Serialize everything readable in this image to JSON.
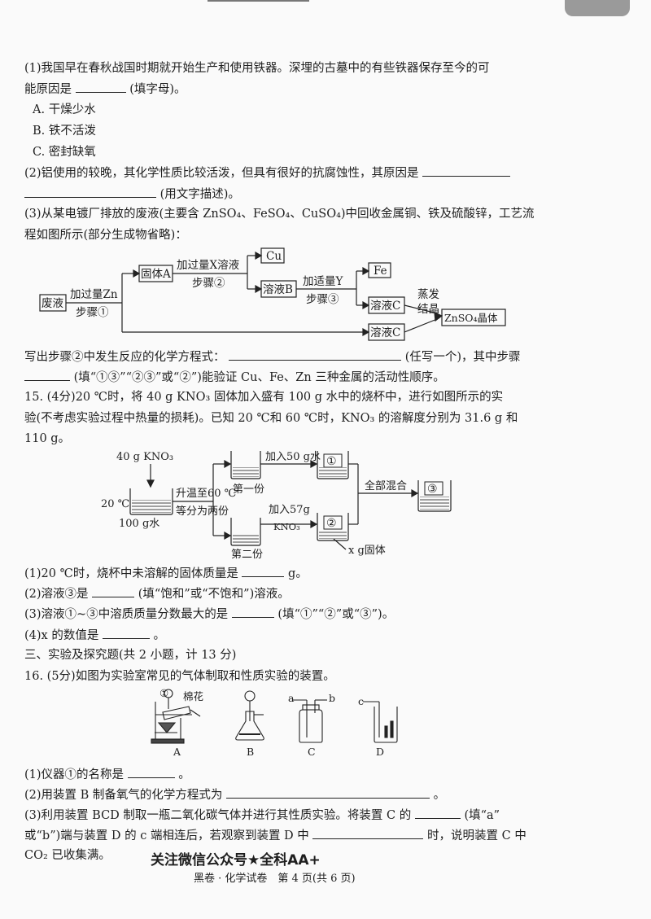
{
  "header": {
    "corner_tab": ""
  },
  "q14": {
    "p1_line1": "(1)我国早在春秋战国时期就开始生产和使用铁器。深埋的古墓中的有些铁器保存至今的可",
    "p1_line2a": "能原因是",
    "p1_line2b": "(填字母)。",
    "optA": "A. 干燥少水",
    "optB": "B. 铁不活泼",
    "optC": "C. 密封缺氧",
    "p2_line1": "(2)铝使用的较晚，其化学性质比较活泼，但具有很好的抗腐蚀性，其原因是",
    "p2_line2": "(用文字描述)。",
    "p3_line1": "(3)从某电镀厂排放的废液(主要含 ZnSO₄、FeSO₄、CuSO₄)中回收金属铜、铁及硫酸锌，工艺流",
    "p3_line2": "程如图所示(部分生成物省略)：",
    "flow": {
      "waste": "废液",
      "add_zn": "加过量Zn",
      "step1": "步骤①",
      "solid_a": "固体A",
      "add_x": "加过量X溶液",
      "step2": "步骤②",
      "cu": "Cu",
      "sol_b": "溶液B",
      "add_y": "加适量Y",
      "step3": "步骤③",
      "fe": "Fe",
      "sol_c1": "溶液C",
      "sol_c2": "溶液C",
      "evap1": "蒸发",
      "evap2": "结晶",
      "znso4": "ZnSO₄晶体"
    },
    "p3_q_line1a": "写出步骤②中发生反应的化学方程式：",
    "p3_q_line1b": "(任写一个)，其中步骤",
    "p3_q_line2": "(填“①③”“②③”或“②”)能验证 Cu、Fe、Zn 三种金属的活动性顺序。"
  },
  "q15": {
    "line1": "15. (4分)20 ℃时，将 40 g KNO₃ 固体加入盛有 100 g 水中的烧杯中，进行如图所示的实",
    "line2": "验(不考虑实验过程中热量的损耗)。已知 20 ℃和 60 ℃时，KNO₃ 的溶解度分别为 31.6 g 和",
    "line3": "110 g。",
    "fig": {
      "kno3": "40 g KNO₃",
      "t20": "20 ℃",
      "water": "100 g水",
      "heat1": "升温至60 ℃",
      "heat2": "等分为两份",
      "part1": "第一份",
      "part2": "第二份",
      "add_water": "加入50 g水",
      "add_kno3_1": "加入57g",
      "add_kno3_2": "KNO₃",
      "mix": "全部混合",
      "b1": "①",
      "b2": "②",
      "b3": "③",
      "x_solid": "x g固体"
    },
    "q1a": "(1)20 ℃时，烧杯中未溶解的固体质量是",
    "q1b": "g。",
    "q2a": "(2)溶液③是",
    "q2b": "(填“饱和”或“不饱和”)溶液。",
    "q3a": "(3)溶液①~③中溶质质量分数最大的是",
    "q3b": "(填“①”“②”或“③”)。",
    "q4a": "(4)x 的数值是",
    "q4b": "。"
  },
  "section3": "三、实验及探究题(共 2 小题，计 13 分)",
  "q16": {
    "line1": "16. (5分)如图为实验室常见的气体制取和性质实验的装置。",
    "fig": {
      "label_1": "①",
      "cotton": "棉花",
      "a": "a",
      "b": "b",
      "c": "c",
      "A": "A",
      "B": "B",
      "C": "C",
      "D": "D"
    },
    "q1a": "(1)仪器①的名称是",
    "q1b": "。",
    "q2a": "(2)用装置 B 制备氧气的化学方程式为",
    "q2b": "。",
    "q3_line1a": "(3)利用装置 BCD 制取一瓶二氧化碳气体并进行其性质实验。将装置 C 的",
    "q3_line1b": "(填“a”",
    "q3_line2a": "或“b”)端与装置 D 的 c 端相连后，若观察到装置 D 中",
    "q3_line2b": "时，说明装置 C 中",
    "q3_line3": "CO₂ 已收集满。"
  },
  "footer": {
    "brand": "关注微信公众号★全科AA+",
    "page": "黑卷 · 化学试卷　第 4 页(共 6 页)"
  }
}
